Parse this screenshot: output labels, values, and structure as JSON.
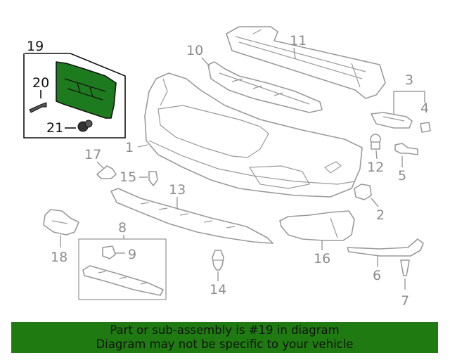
{
  "labels": {
    "p1": "1",
    "p2": "2",
    "p3": "3",
    "p4": "4",
    "p5": "5",
    "p6": "6",
    "p7": "7",
    "p8": "8",
    "p9": "9",
    "p10": "10",
    "p11": "11",
    "p12": "12",
    "p13": "13",
    "p14": "14",
    "p15": "15",
    "p16": "16",
    "p17": "17",
    "p18": "18",
    "p19": "19",
    "p20": "20",
    "p21": "21"
  },
  "highlight": {
    "part": "19",
    "color": "#1e7a1e"
  },
  "banner": {
    "line1": "Part or sub-assembly is #19 in diagram",
    "line2": "Diagram may not be specific to your vehicle",
    "background": "#1f7a12"
  }
}
